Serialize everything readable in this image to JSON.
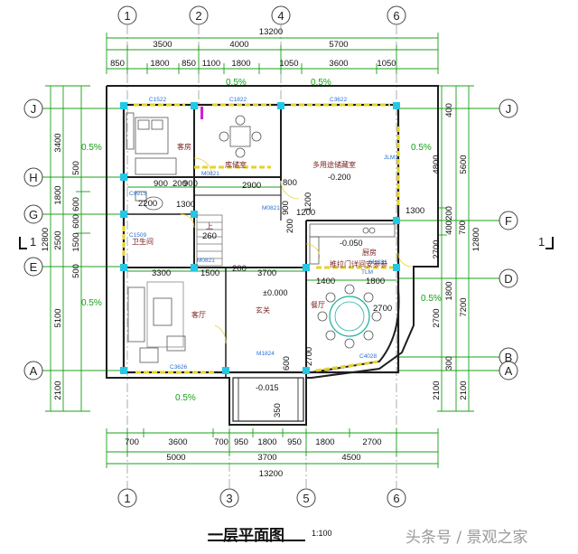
{
  "top_dims": {
    "total": "13200",
    "row2": [
      "3500",
      "4000",
      "5700"
    ],
    "row3": [
      "850",
      "1800",
      "850",
      "1100",
      "1800",
      "1050",
      "3600",
      "1050"
    ]
  },
  "bottom_dims": {
    "row1": [
      "700",
      "3600",
      "700",
      "950",
      "1800",
      "950",
      "1800",
      "2700"
    ],
    "row2": [
      "5000",
      "3700",
      "4500"
    ],
    "total": "13200"
  },
  "left_dims": {
    "total": "12800",
    "inner": [
      "3400",
      "1800",
      "2500",
      "5100",
      "2100"
    ],
    "sub": [
      "500",
      "600",
      "1500",
      "500",
      "600"
    ]
  },
  "right_dims": {
    "total": "12800",
    "mid": [
      "4800",
      "2700",
      "2700",
      "2100"
    ],
    "outer": [
      "5600",
      "7200",
      "2100"
    ],
    "sub": [
      "400",
      "200",
      "400",
      "700",
      "1800",
      "300"
    ]
  },
  "axes": {
    "top": [
      "1",
      "2",
      "4",
      "6"
    ],
    "bottom": [
      "1",
      "3",
      "5",
      "6"
    ],
    "left": [
      "J",
      "H",
      "G",
      "E",
      "A"
    ],
    "right": [
      "J",
      "F",
      "D",
      "B",
      "A"
    ],
    "section": "1"
  },
  "rooms": {
    "bedroom": "客房",
    "storage": "库储室",
    "multi": "多用途储藏室",
    "bath": "卫生间",
    "stair_up": "上",
    "living": "客厅",
    "hall": "玄关",
    "dining": "餐厅",
    "kitchen": "厨房",
    "kitchen_note": "推拉门详间安参参"
  },
  "levels": {
    "l1": "-0.200",
    "l2": "-0.050",
    "l3": "±0.000",
    "l4": "-0.015"
  },
  "slopes": [
    "0.5%",
    "0.5%",
    "0.5%",
    "0.5%",
    "0.5%",
    "0.5%",
    "0.5%"
  ],
  "interior_dims": [
    "900",
    "200",
    "900",
    "2900",
    "800",
    "2200",
    "1300",
    "1200",
    "900",
    "200",
    "260",
    "1300",
    "3300",
    "1500",
    "200",
    "3700",
    "1400",
    "1800",
    "1200",
    "2700",
    "600",
    "2700",
    "350",
    "2100",
    "2100"
  ],
  "tags": [
    "C1522",
    "C1822",
    "C3622",
    "M0821",
    "C0915",
    "M0821",
    "M0821",
    "C1509",
    "C3626",
    "M1824",
    "C4028",
    "JLM1",
    "M1821",
    "TLM"
  ],
  "title": "一层平面图",
  "scale": "1:100",
  "watermark": "头条号 / 景观之家",
  "colors": {
    "wall": "#1e1e1e",
    "dim_green": "#18a018",
    "window_yellow": "#e6d22a",
    "column_cyan": "#22c8e6",
    "axis_gray": "#555555"
  }
}
